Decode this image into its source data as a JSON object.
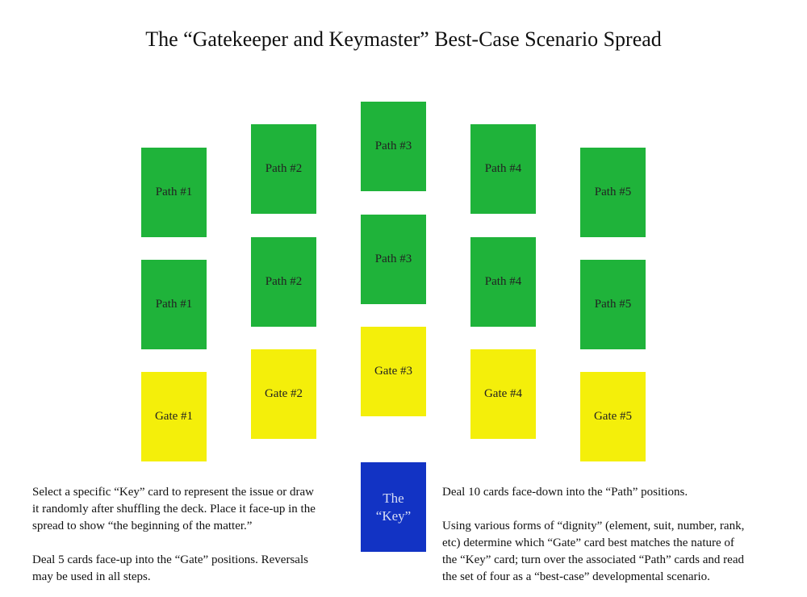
{
  "title": "The “Gatekeeper and Keymaster” Best-Case Scenario Spread",
  "colors": {
    "path": "#1fb33a",
    "gate": "#f4ef0a",
    "key": "#1233c4"
  },
  "paths_top": [
    "Path #1",
    "Path #2",
    "Path #3",
    "Path #4",
    "Path #5"
  ],
  "paths_bottom": [
    "Path #1",
    "Path #2",
    "Path #3",
    "Path #4",
    "Path #5"
  ],
  "gates": [
    "Gate #1",
    "Gate #2",
    "Gate #3",
    "Gate #4",
    "Gate #5"
  ],
  "key": {
    "line1": "The",
    "line2": "“Key”"
  },
  "left_text": {
    "p1": [
      "Select a specific “Key” card to represent the issue or draw",
      "it randomly after shuffling the deck. Place it face-up in the",
      "spread to show “the beginning of the matter.”"
    ],
    "p2": [
      "Deal 5 cards face-up into the “Gate” positions. Reversals",
      "may be used in all steps."
    ]
  },
  "right_text": {
    "p1": [
      "Deal 10 cards face-down into the “Path” positions."
    ],
    "p2": [
      "Using various forms of “dignity” (element, suit, number, rank,",
      "etc) determine which “Gate” card best matches the nature of",
      "the “Key” card; turn over the associated “Path” cards and read",
      "the set of four as a “best-case” developmental scenario."
    ]
  }
}
